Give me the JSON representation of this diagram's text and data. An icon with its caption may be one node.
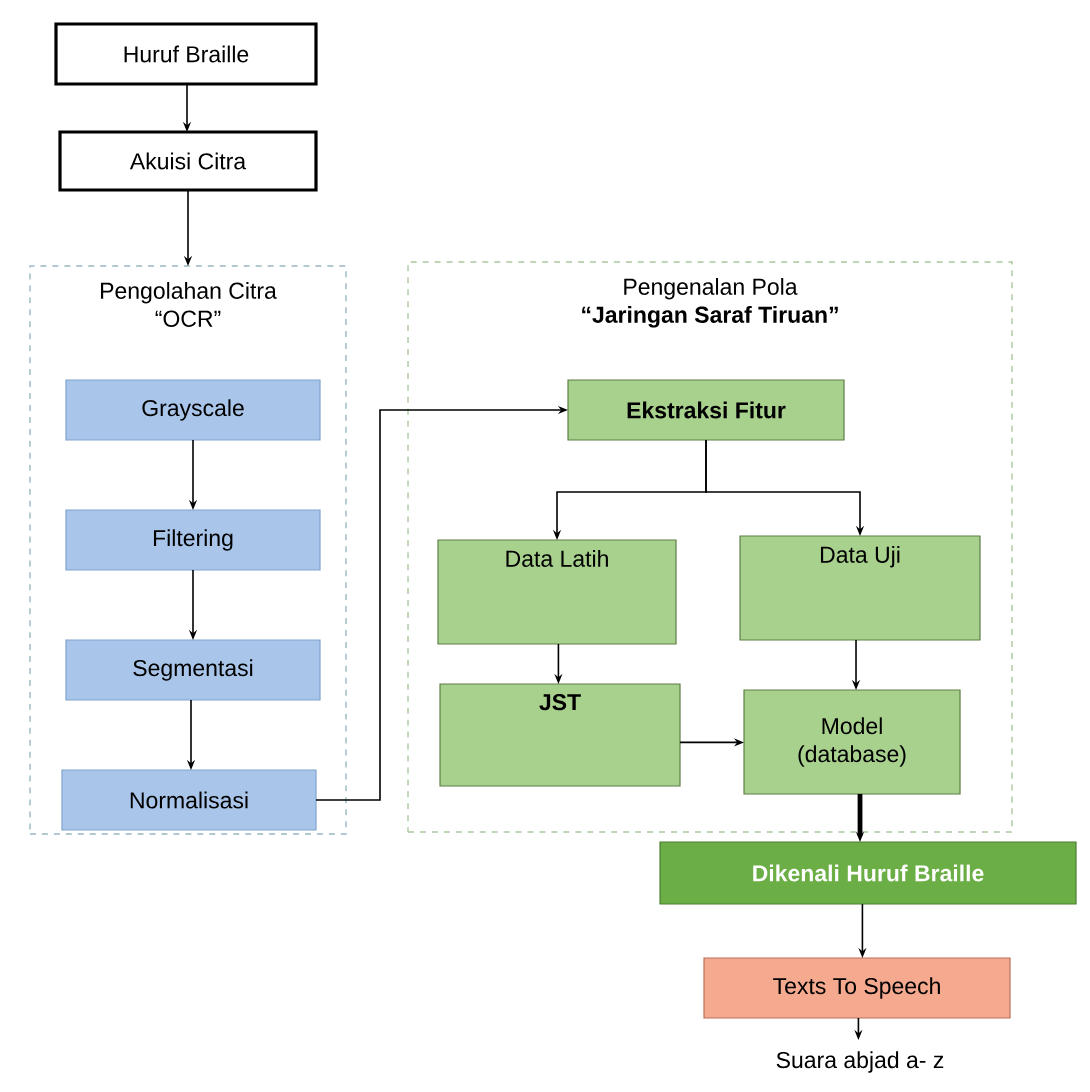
{
  "diagram": {
    "nodes": [
      {
        "text": [
          "Huruf Braille"
        ]
      },
      {
        "text": [
          "Akuisi Citra"
        ]
      },
      {
        "text": [
          "Pengolahan Citra",
          "“OCR”"
        ]
      },
      {
        "text": [
          "Grayscale"
        ],
        "in": 2
      },
      {
        "text": [
          "Filtering"
        ],
        "in": 2
      },
      {
        "text": [
          "Segmentasi"
        ],
        "in": 2
      },
      {
        "text": [
          "Normalisasi"
        ],
        "in": 2
      },
      {
        "text": [
          "Pengenalan Pola",
          "“Jaringan Saraf Tiruan”"
        ]
      },
      {
        "text": [
          "Ekstraksi Fitur"
        ],
        "in": 7
      },
      {
        "text": [
          "Data Latih"
        ],
        "in": 7
      },
      {
        "text": [
          "Data Uji"
        ],
        "in": 7
      },
      {
        "text": [
          "JST"
        ],
        "in": 7
      },
      {
        "text": [
          "Model (database)"
        ],
        "in": 7
      },
      {
        "text": [
          "Dikenali Huruf Braille"
        ]
      },
      {
        "text": [
          "Texts To Speech"
        ]
      },
      {
        "text": [
          "Suara abjad a- z"
        ]
      }
    ],
    "edges": [
      {
        "from": 0,
        "to": 1,
        "arrow": "to"
      },
      {
        "from": 1,
        "to": 2,
        "arrow": "to"
      },
      {
        "from": 3,
        "to": 4,
        "arrow": "to"
      },
      {
        "from": 4,
        "to": 5,
        "arrow": "to"
      },
      {
        "from": 5,
        "to": 6,
        "arrow": "to"
      },
      {
        "from": 6,
        "to": 8,
        "arrow": "to"
      },
      {
        "from": 8,
        "to": 9,
        "arrow": "to"
      },
      {
        "from": 8,
        "to": 10,
        "arrow": "to"
      },
      {
        "from": 9,
        "to": 11,
        "arrow": "to"
      },
      {
        "from": 10,
        "to": 12,
        "arrow": "to"
      },
      {
        "from": 11,
        "to": 12,
        "arrow": "to"
      },
      {
        "from": 12,
        "to": 13,
        "arrow": "to",
        "style": "thick"
      },
      {
        "from": 13,
        "to": 14,
        "arrow": "to"
      },
      {
        "from": 14,
        "to": 15,
        "arrow": "to"
      }
    ]
  }
}
